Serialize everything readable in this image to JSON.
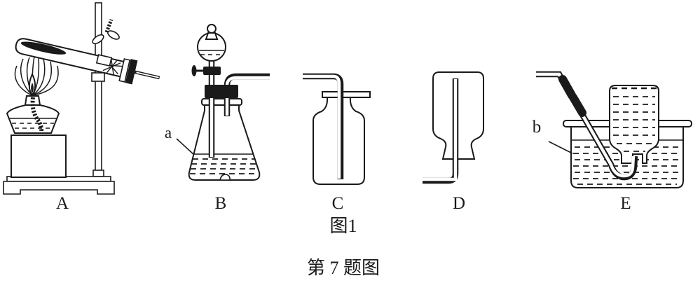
{
  "figure": {
    "caption": "图1",
    "question_caption": "第 7 题图",
    "apparatus_labels": {
      "A": "A",
      "B": "B",
      "C": "C",
      "D": "D",
      "E": "E"
    },
    "annotations": {
      "a": "a",
      "b": "b"
    }
  },
  "colors": {
    "ink": "#1a1a1a",
    "background": "#ffffff"
  }
}
